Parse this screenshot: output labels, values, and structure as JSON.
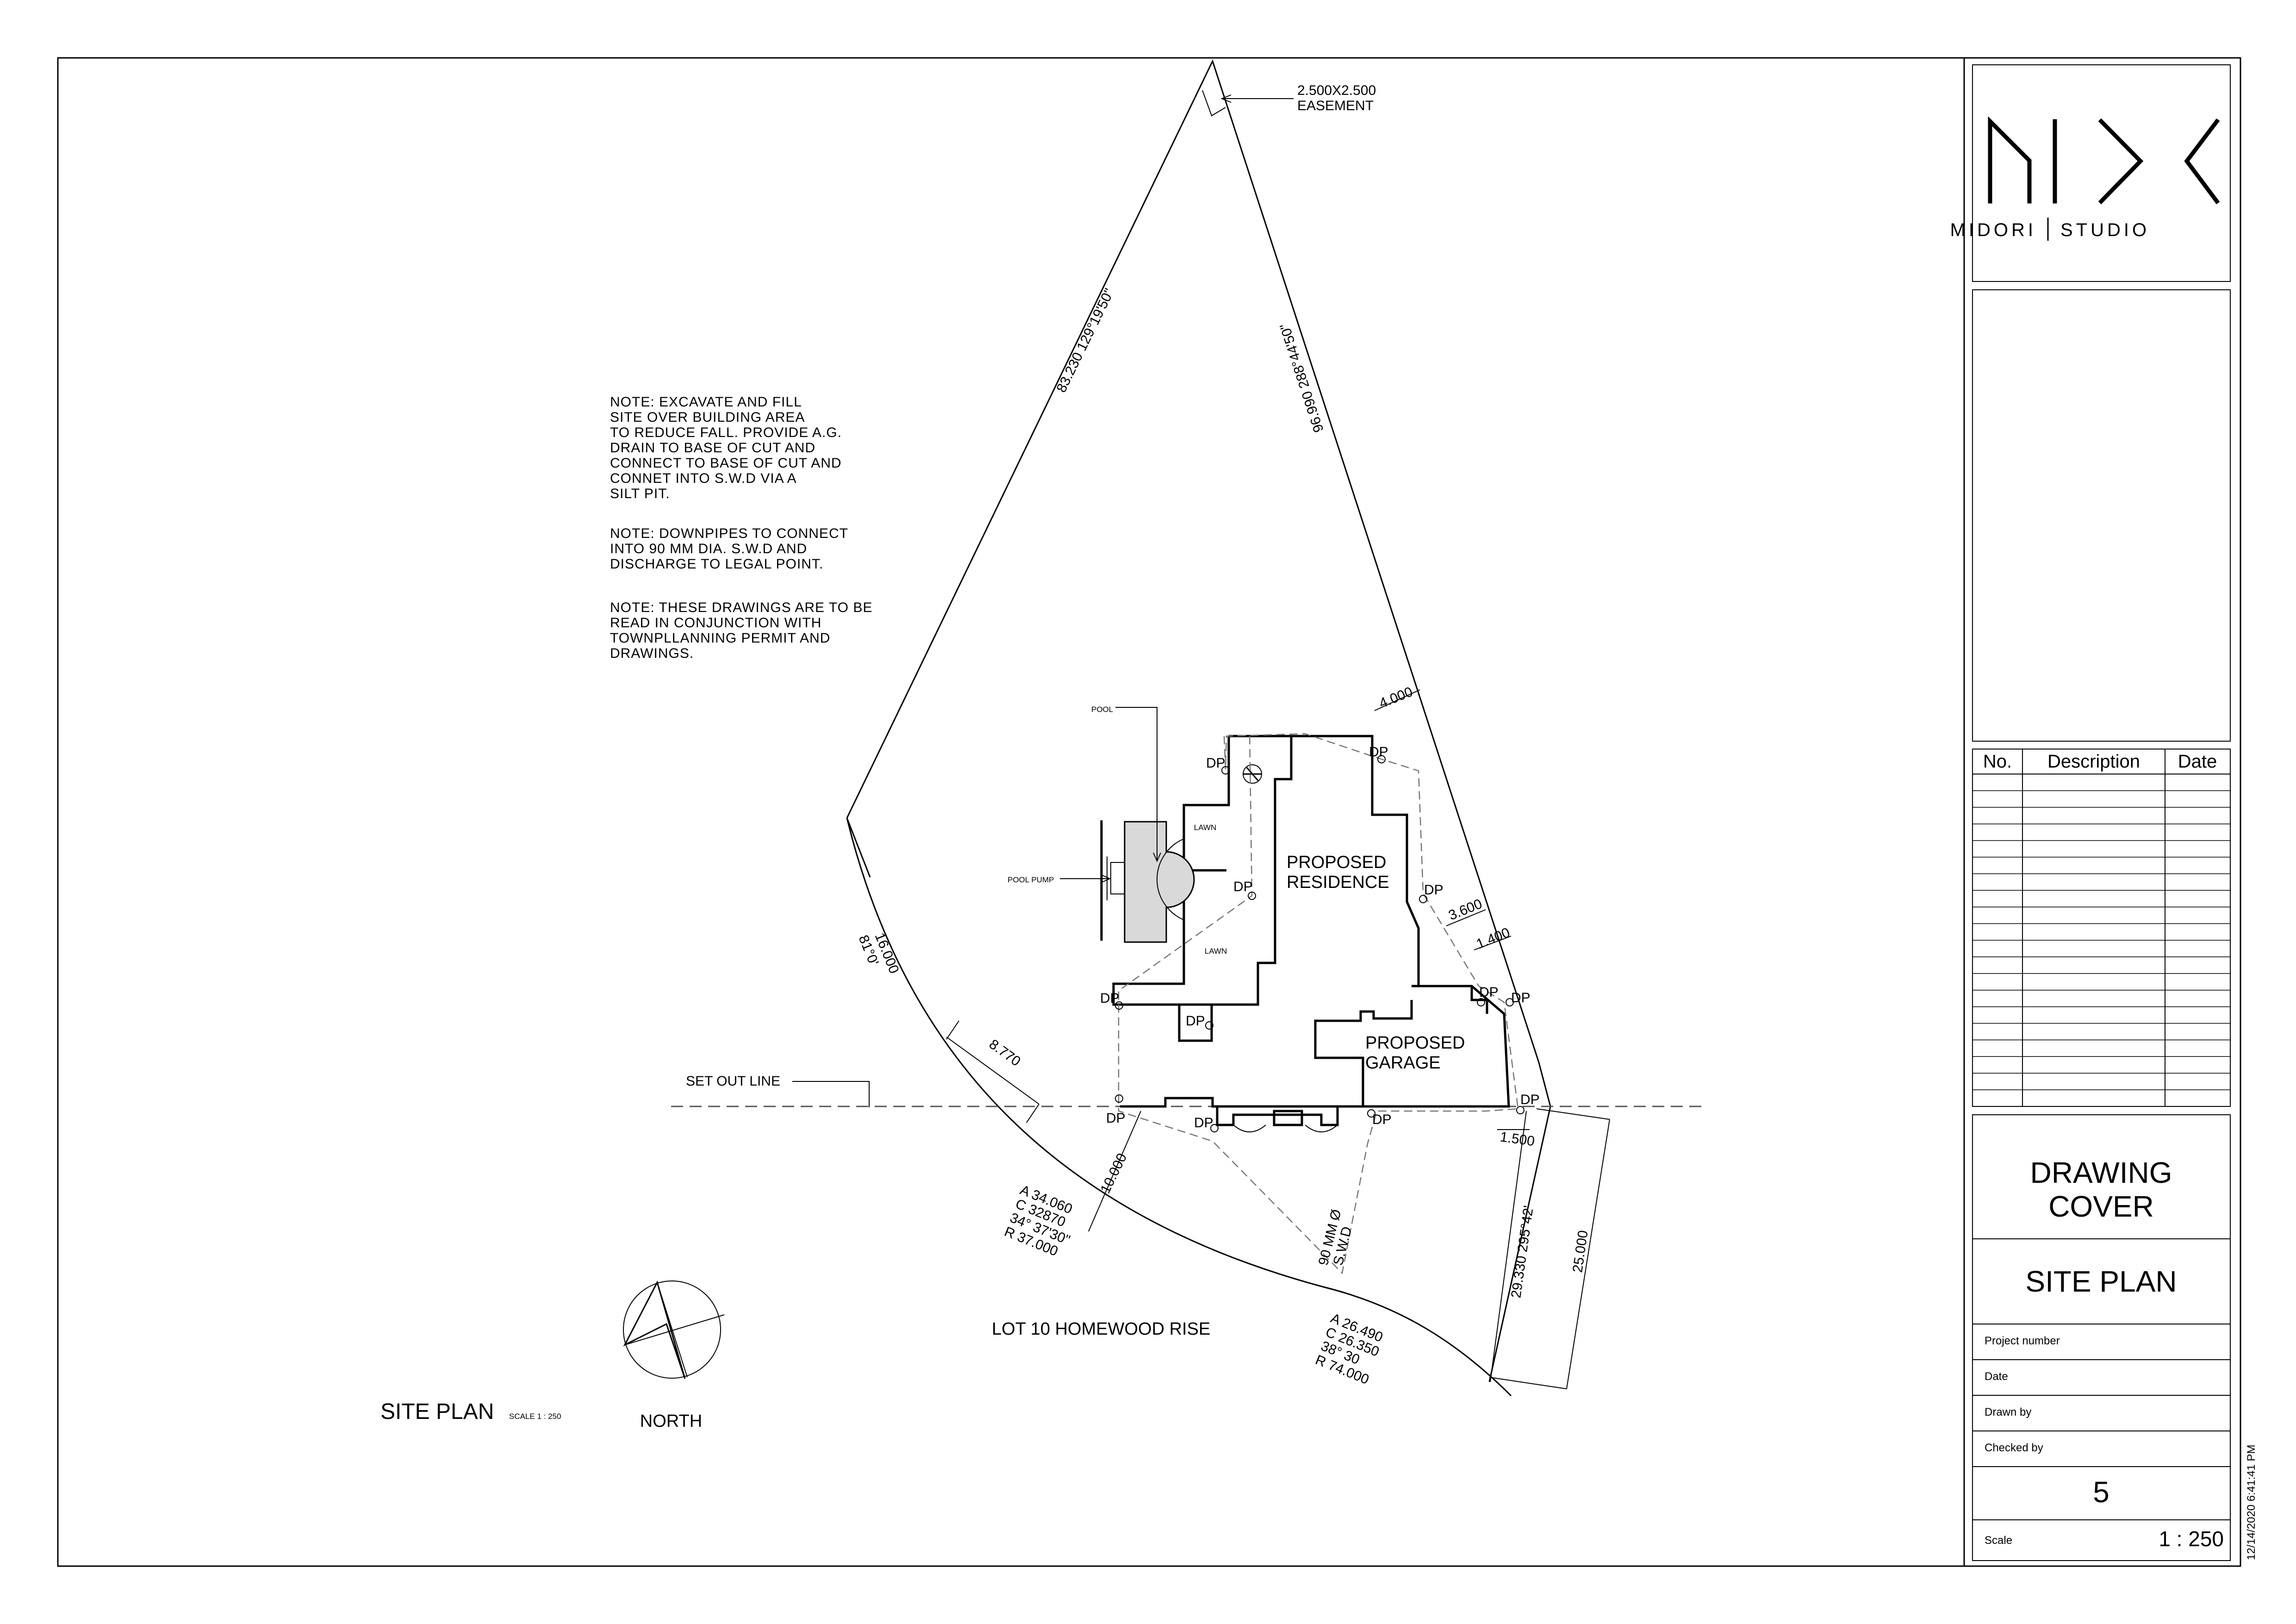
{
  "logo": {
    "brand_left": "MIDORI",
    "brand_right": "STUDIO"
  },
  "notes": [
    [
      "NOTE: EXCAVATE AND FILL",
      "SITE OVER BUILDING AREA",
      "TO REDUCE FALL. PROVIDE A.G.",
      "DRAIN TO BASE OF CUT AND",
      "CONNECT TO BASE OF CUT AND",
      "CONNET INTO S.W.D VIA A",
      "SILT PIT."
    ],
    [
      "NOTE: DOWNPIPES TO CONNECT",
      "INTO 90 MM DIA. S.W.D AND",
      "DISCHARGE TO LEGAL POINT."
    ],
    [
      "NOTE: THESE DRAWINGS ARE TO BE",
      "READ IN CONJUNCTION WITH",
      "TOWNPLLANNING PERMIT AND",
      "DRAWINGS."
    ]
  ],
  "easement": [
    "2.500X2.500",
    "EASEMENT"
  ],
  "dims": {
    "left_boundary": "83.230  129°19'50\"",
    "right_boundary": "96.990  288°44'50\"",
    "d4000": "4.000",
    "d3600": "3.600",
    "d1400": "1.400",
    "d1500": "1.500",
    "d8770": "8.770",
    "d10000": "10.000",
    "left_lower": [
      "16.000",
      "81°0'"
    ],
    "arc_left": [
      "A  34.060",
      "C  32870",
      "34° 37'30\"",
      "R  37.000"
    ],
    "arc_right": [
      "A  26.490",
      "C  26.350",
      "38° 30",
      "R  74.000"
    ],
    "bottom_right": "29.330  295°42'",
    "d25000": "25.000",
    "swd": [
      "90  MM  Ø",
      "S.W.D"
    ]
  },
  "labels": {
    "pool": "POOL",
    "pool_pump": "POOL PUMP",
    "lawn": "LAWN",
    "residence": [
      "PROPOSED",
      "RESIDENCE"
    ],
    "garage": [
      "PROPOSED",
      "GARAGE"
    ],
    "set_out": "SET  OUT  LINE",
    "lot": "LOT  10  HOMEWOOD  RISE",
    "dp": "DP",
    "north": "NORTH",
    "site_plan": "SITE PLAN",
    "scale_note": "SCALE  1 : 250"
  },
  "revision_table": {
    "headers": [
      "No.",
      "Description",
      "Date"
    ],
    "rows": 20
  },
  "title_block": {
    "drawing_title": [
      "DRAWING",
      "COVER"
    ],
    "sheet_name": "SITE PLAN",
    "fields": [
      "Project number",
      "Date",
      "Drawn by",
      "Checked by"
    ],
    "sheet_number": "5",
    "scale_label": "Scale",
    "scale_value": "1 : 250"
  },
  "timestamp": "12/14/2020 6:41:41 PM"
}
